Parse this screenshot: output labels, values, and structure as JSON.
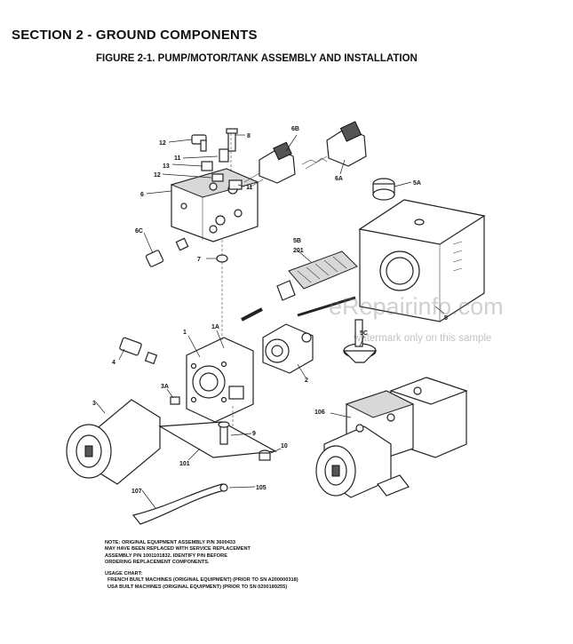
{
  "header": {
    "section_title": "SECTION 2 - GROUND COMPONENTS",
    "figure_title": "FIGURE 2-1. PUMP/MOTOR/TANK ASSEMBLY AND INSTALLATION"
  },
  "callouts": {
    "c12a": "12",
    "c8": "8",
    "c6b": "6B",
    "c11a": "11",
    "c13": "13",
    "c12b": "12",
    "c6": "6",
    "c11b": "11",
    "c6a": "6A",
    "c5a": "5A",
    "c6c": "6C",
    "c7": "7",
    "c5b": "5B",
    "c201": "201",
    "c5": "5",
    "c1": "1",
    "c1a": "1A",
    "c5c": "5C",
    "c4": "4",
    "c2": "2",
    "c3a": "3A",
    "c3": "3",
    "c106": "106",
    "c9": "9",
    "c10": "10",
    "c101": "101",
    "c107": "107",
    "c105": "105"
  },
  "notes": {
    "line1": "NOTE:  ORIGINAL EQUIPMENT ASSEMBLY P/N 3600433",
    "line2": "MAY HAVE BEEN REPLACED WITH SERVICE REPLACEMENT",
    "line3": "ASSEMBLY P/N 1001101832. IDENTIFY P/N BEFORE",
    "line4": "ORDERING REPLACEMENT COMPONENTS.",
    "usage_title": "USAGE CHART:",
    "usage1": "FRENCH BUILT MACHINES (ORIGINAL EQUIPMENT) (PRIOR TO SN A200000318)",
    "usage2": "USA BUILT MACHINES (ORIGINAL EQUIPMENT) (PRIOR TO SN 0200189255)"
  },
  "watermark": {
    "main": "eRepairinfo.com",
    "sub": "watermark only on this sample"
  }
}
